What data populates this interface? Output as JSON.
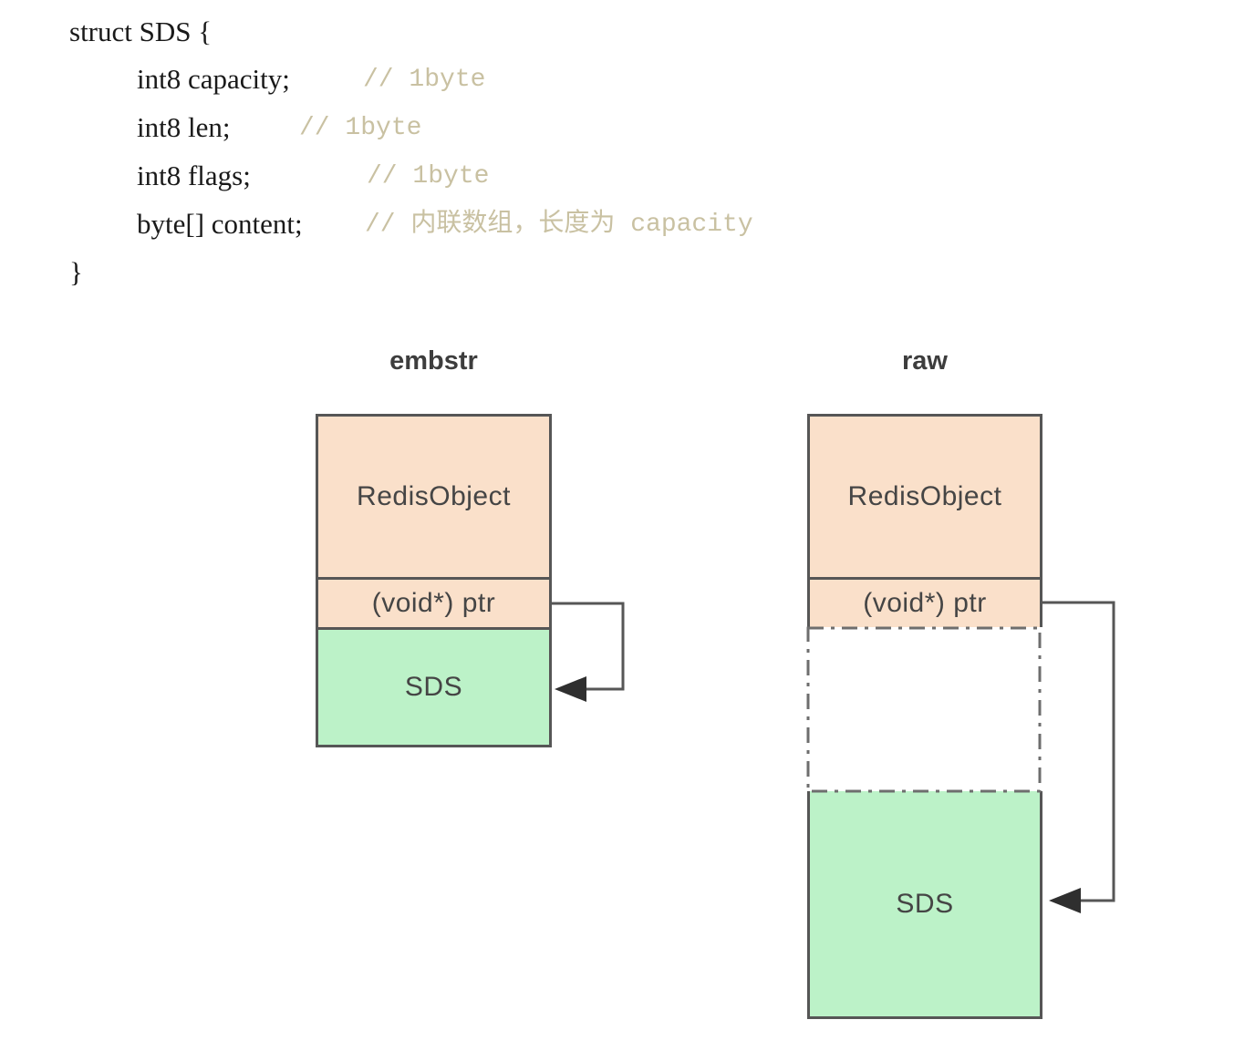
{
  "code_block": {
    "lines": [
      {
        "code": "struct SDS {",
        "comment": ""
      },
      {
        "code": "int8 capacity;",
        "comment": "// 1byte"
      },
      {
        "code": "int8 len;",
        "comment": "// 1byte"
      },
      {
        "code": "int8 flags;",
        "comment": "// 1byte"
      },
      {
        "code": "byte[] content;",
        "comment": "// 内联数组，长度为 capacity"
      },
      {
        "code": "}",
        "comment": ""
      }
    ]
  },
  "diagrams": {
    "embstr": {
      "title": "embstr",
      "redis_object_label": "RedisObject",
      "ptr_label": "(void*) ptr",
      "sds_label": "SDS"
    },
    "raw": {
      "title": "raw",
      "redis_object_label": "RedisObject",
      "ptr_label": "(void*) ptr",
      "sds_label": "SDS"
    }
  },
  "colors": {
    "redis-fill": "#fae0ca",
    "sds-fill": "#bcf2c8",
    "line": "#565656",
    "label-text": "#454545",
    "code-text": "#1a1a1a",
    "comment-text": "#c9c1a2",
    "arrowhead": "#2f2f2f"
  }
}
